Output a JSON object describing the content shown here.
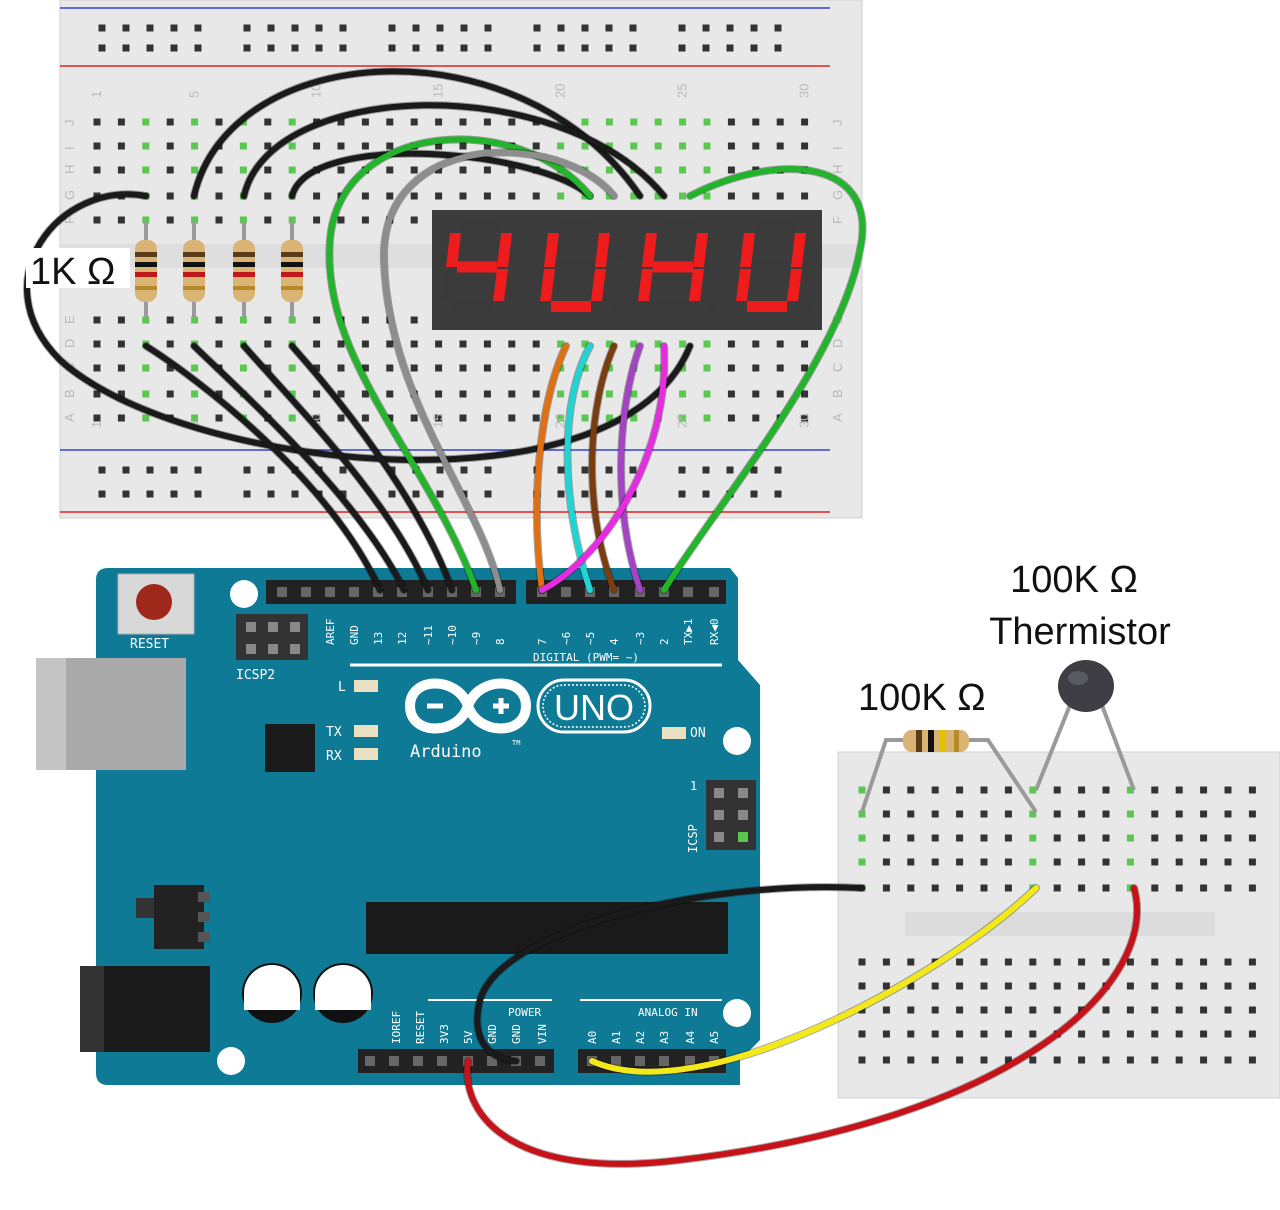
{
  "labels": {
    "resistor_1k": "1K Ω",
    "resistor_100k": "100K Ω",
    "thermistor_line1": "100K Ω",
    "thermistor_line2": "Thermistor"
  },
  "display": {
    "digits": [
      "4",
      "U",
      "H",
      "U"
    ]
  },
  "arduino": {
    "reset": "RESET",
    "icsp2": "ICSP2",
    "icsp": "ICSP",
    "icsp_pin1": "1",
    "brand": "Arduino",
    "model": "UNO",
    "tm": "TM",
    "led_l": "L",
    "led_tx": "TX",
    "led_rx": "RX",
    "led_on": "ON",
    "digital_label": "DIGITAL (PWM= ~)",
    "power_label": "POWER",
    "analog_label": "ANALOG IN",
    "digital_pins": [
      "AREF",
      "GND",
      "13",
      "12",
      "~11",
      "~10",
      "~9",
      "8",
      "7",
      "~6",
      "~5",
      "4",
      "~3",
      "2",
      "TX▶1",
      "RX◀0"
    ],
    "power_pins": [
      "IOREF",
      "RESET",
      "3V3",
      "5V",
      "GND",
      "GND",
      "VIN"
    ],
    "analog_pins": [
      "A0",
      "A1",
      "A2",
      "A3",
      "A4",
      "A5"
    ]
  },
  "breadboard": {
    "column_numbers": [
      "1",
      "5",
      "10",
      "15",
      "20",
      "25",
      "30"
    ],
    "row_letters_top": [
      "J",
      "I",
      "H",
      "G",
      "F"
    ],
    "row_letters_bottom": [
      "E",
      "D",
      "C",
      "B",
      "A"
    ]
  },
  "colors": {
    "board": "#0f7a96",
    "wire_black": "#1a1a1a",
    "wire_green": "#22b52b",
    "wire_gray": "#8d8d8d",
    "wire_orange": "#e07014",
    "wire_cyan": "#22d3d3",
    "wire_brown": "#7a3d10",
    "wire_magenta": "#e52ce0",
    "wire_purple": "#a443c4",
    "wire_yellow": "#f2e81a",
    "wire_red": "#c8121a",
    "segment_on": "#ee1c1c",
    "segment_off": "#3a3a3a"
  }
}
